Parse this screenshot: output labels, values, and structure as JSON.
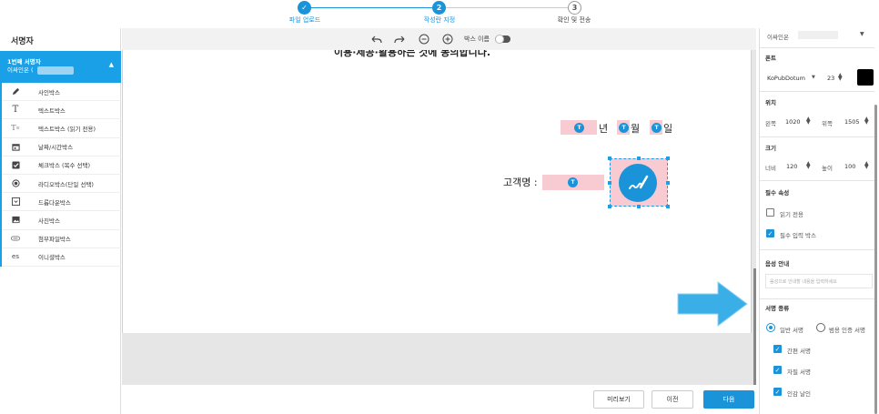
{
  "stepper": {
    "steps": [
      {
        "label": "파일 업로드",
        "number": "✓",
        "state": "done"
      },
      {
        "label": "작성란 지정",
        "number": "2",
        "state": "current"
      },
      {
        "label": "확인 및 전송",
        "number": "3",
        "state": "todo"
      }
    ]
  },
  "sidebar": {
    "title": "서명자",
    "signer": {
      "name": "1번째 서명자",
      "sub": "이싸인온 ("
    },
    "tools": [
      {
        "label": "사인박스",
        "icon": "pen-icon"
      },
      {
        "label": "텍스트박스",
        "icon": "text-icon"
      },
      {
        "label": "텍스트박스 (읽기 전용)",
        "icon": "text-readonly-icon"
      },
      {
        "label": "날짜/시간박스",
        "icon": "calendar-icon"
      },
      {
        "label": "체크박스 (복수 선택)",
        "icon": "checkbox-icon"
      },
      {
        "label": "라디오박스(단일 선택)",
        "icon": "radio-icon"
      },
      {
        "label": "드롭다운박스",
        "icon": "dropdown-icon"
      },
      {
        "label": "사진박스",
        "icon": "image-icon"
      },
      {
        "label": "첨부파일박스",
        "icon": "attachment-icon"
      },
      {
        "label": "이니셜박스",
        "icon": "initial-icon"
      }
    ]
  },
  "toolbar": {
    "box_name_label": "박스 이름",
    "box_name_toggle": false
  },
  "document": {
    "heading": "이용·제공·활용하는 것에 동의합니다.",
    "badge_letter": "T",
    "year_label": "년",
    "month_label": "월",
    "day_label": "일",
    "customer_label": "고객명 :"
  },
  "buttons": {
    "preview": "미리보기",
    "prev": "이전",
    "next": "다음"
  },
  "properties": {
    "signer_select": "이싸인온",
    "font_title": "폰트",
    "font_name": "KoPubDotum",
    "font_size": "23",
    "font_color": "#000000",
    "position_title": "위치",
    "left_label": "왼쪽",
    "left_value": "1020",
    "top_label": "위쪽",
    "top_value": "1505",
    "size_title": "크기",
    "width_label": "너비",
    "width_value": "120",
    "height_label": "높이",
    "height_value": "100",
    "required_title": "필수 속성",
    "readonly_label": "읽기 전용",
    "readonly_checked": false,
    "required_label": "필수 입력 박스",
    "required_checked": true,
    "voice_title": "음성 안내",
    "voice_placeholder": "음성으로 안내할 내용을 입력하세요",
    "sign_type_title": "서명 종류",
    "sign_general": "일반 서명",
    "sign_cert": "범용 인증 서명",
    "sign_options": [
      {
        "label": "간편 서명",
        "checked": true
      },
      {
        "label": "자필 서명",
        "checked": true
      },
      {
        "label": "인감 날인",
        "checked": true
      }
    ]
  },
  "colors": {
    "accent": "#1b93d9",
    "sidebar_active": "#1aa0e6",
    "field_fill": "#f7cbd1",
    "annotation_arrow": "#3aaee6"
  }
}
